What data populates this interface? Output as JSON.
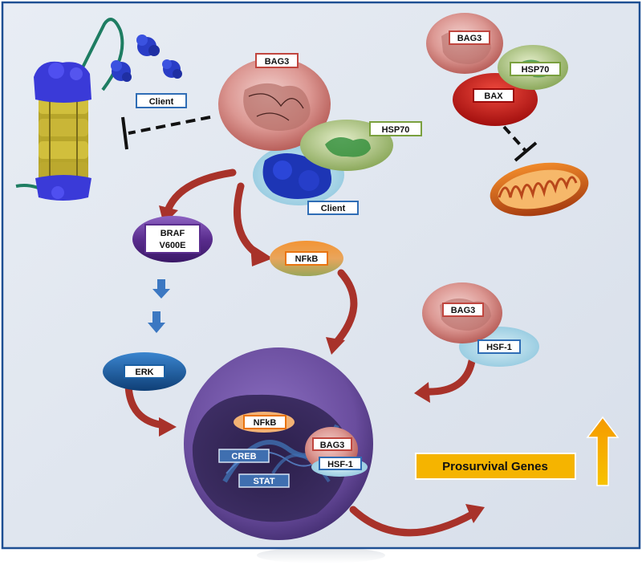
{
  "labels": {
    "client_top": "Client",
    "bag3_center": "BAG3",
    "hsp70_center": "HSP70",
    "client_center": "Client",
    "bag3_topright": "BAG3",
    "hsp70_topright": "HSP70",
    "bax": "BAX",
    "braf_line1": "BRAF",
    "braf_line2": "V600E",
    "nfkb_cytoplasm": "NFkB",
    "erk": "ERK",
    "bag3_right": "BAG3",
    "hsf1_right": "HSF-1",
    "nfkb_nucleus": "NFkB",
    "bag3_nucleus": "BAG3",
    "hsf1_nucleus": "HSF-1",
    "creb": "CREB",
    "stat": "STAT",
    "prosurvival": "Prosurvival Genes"
  },
  "colors": {
    "background": "#dfe5ef",
    "frame": "#1e4f93",
    "bag3": "#d98d8a",
    "hsp70": "#a5c07a",
    "client": "#a9d5e6",
    "bax": "#c40e0e",
    "braf": "#5a2d8e",
    "nfkb": "#e97410",
    "erk": "#1a5fa3",
    "hsf1": "#a3d3e6",
    "arrow_red": "#a8322a",
    "arrow_blue": "#3c78c2",
    "arrow_gold": "#f5b400",
    "nucleus": "#6a4d9e"
  }
}
